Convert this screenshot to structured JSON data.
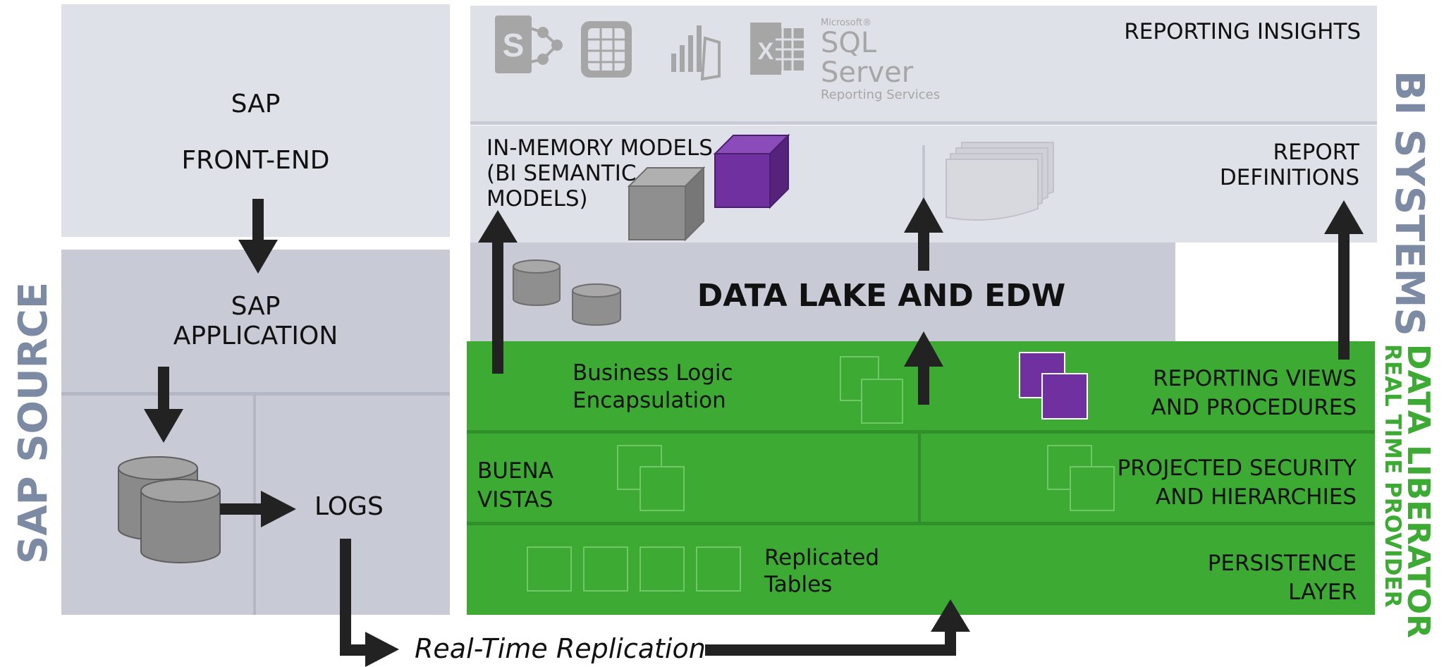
{
  "sap_source": {
    "side_label": "SAP SOURCE",
    "front_end_line1": "SAP",
    "front_end_line2": "FRONT-END",
    "application_line1": "SAP",
    "application_line2": "APPLICATION",
    "logs": "LOGS"
  },
  "replication": {
    "label": "Real-Time Replication"
  },
  "bi_systems": {
    "side_label": "BI SYSTEMS",
    "reporting_insights": "REPORTING INSIGHTS",
    "sql_server_microsoft": "Microsoft®",
    "sql_server_name": "SQL Server",
    "sql_server_sub": "Reporting Services",
    "tool_icons": [
      "sharepoint-icon",
      "power-pivot-icon",
      "power-bi-icon",
      "excel-icon"
    ],
    "inmemory_line1": "IN-MEMORY MODELS",
    "inmemory_line2": "(BI SEMANTIC",
    "inmemory_line3": "MODELS)",
    "report_def_line1": "REPORT",
    "report_def_line2": "DEFINITIONS"
  },
  "data_lake": {
    "title": "DATA LAKE AND EDW"
  },
  "data_liberator": {
    "side_label_line1": "DATA LIBERATOR",
    "side_label_line2": "REAL TIME PROVIDER",
    "business_logic_line1": "Business Logic",
    "business_logic_line2": "Encapsulation",
    "reporting_views_line1": "REPORTING VIEWS",
    "reporting_views_line2": "AND PROCEDURES",
    "buena_line1": "BUENA",
    "buena_line2": "VISTAS",
    "projected_line1": "PROJECTED SECURITY",
    "projected_line2": "AND HIERARCHIES",
    "replicated_line1": "Replicated",
    "replicated_line2": "Tables",
    "persistence_line1": "PERSISTENCE",
    "persistence_line2": "LAYER"
  },
  "colors": {
    "green": "#3daa33",
    "purple": "#7030a0",
    "panel_light": "#dfe1e8",
    "panel_mid": "#c8cad5",
    "side_label_gray": "#7d8aa3",
    "side_label_green": "#3daa33"
  }
}
